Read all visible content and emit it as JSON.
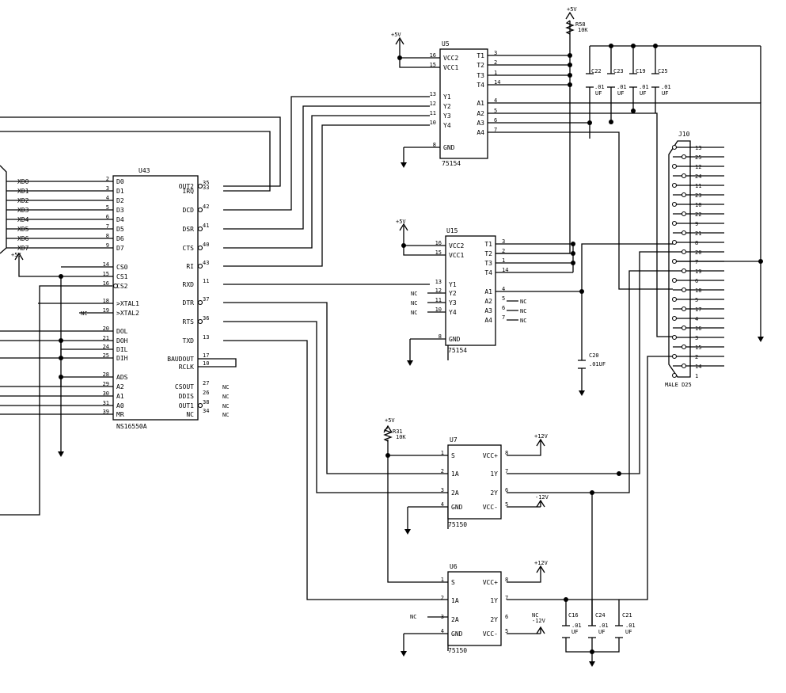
{
  "title": "",
  "power": {
    "plus5": "+5V",
    "plus12": "+12V",
    "minus12": "-12V",
    "nc": "NC"
  },
  "u43": {
    "ref": "U43",
    "part": "NS16550A",
    "left_pins": [
      {
        "name": "D0",
        "num": "2"
      },
      {
        "name": "D1",
        "num": "3"
      },
      {
        "name": "D2",
        "num": "4"
      },
      {
        "name": "D3",
        "num": "5"
      },
      {
        "name": "D4",
        "num": "6"
      },
      {
        "name": "D5",
        "num": "7"
      },
      {
        "name": "D6",
        "num": "8"
      },
      {
        "name": "D7",
        "num": "9"
      },
      {
        "name": "CS0",
        "num": "14"
      },
      {
        "name": "CS1",
        "num": "15"
      },
      {
        "name": "CS2",
        "num": "16"
      },
      {
        "name": ">XTAL1",
        "num": "18"
      },
      {
        "name": ">XTAL2",
        "num": "19"
      },
      {
        "name": "DOL",
        "num": "20"
      },
      {
        "name": "DOH",
        "num": "21"
      },
      {
        "name": "DIL",
        "num": "24"
      },
      {
        "name": "DIH",
        "num": "25"
      },
      {
        "name": "ADS",
        "num": "28"
      },
      {
        "name": "A2",
        "num": "29"
      },
      {
        "name": "A1",
        "num": "30"
      },
      {
        "name": "A0",
        "num": "31"
      },
      {
        "name": "MR",
        "num": "39"
      }
    ],
    "right_pins": [
      {
        "name": "OUT2",
        "num": "35"
      },
      {
        "name": "IRQ",
        "num": "33"
      },
      {
        "name": "DCD",
        "num": "42"
      },
      {
        "name": "DSR",
        "num": "41"
      },
      {
        "name": "CTS",
        "num": "40"
      },
      {
        "name": "RI",
        "num": "43"
      },
      {
        "name": "RXD",
        "num": "11"
      },
      {
        "name": "DTR",
        "num": "37"
      },
      {
        "name": "RTS",
        "num": "36"
      },
      {
        "name": "TXD",
        "num": "13"
      },
      {
        "name": "BAUDOUT",
        "num": "17"
      },
      {
        "name": "RCLK",
        "num": "10"
      },
      {
        "name": "CSOUT",
        "num": "27"
      },
      {
        "name": "DDIS",
        "num": "26"
      },
      {
        "name": "OUT1",
        "num": "38"
      },
      {
        "name": "NC",
        "num": "34"
      }
    ],
    "bus": [
      "XD0",
      "XD1",
      "XD2",
      "XD3",
      "XD4",
      "XD5",
      "XD6",
      "XD7"
    ]
  },
  "u5": {
    "ref": "U5",
    "part": "75154",
    "left_pins": [
      {
        "name": "VCC2",
        "num": "16"
      },
      {
        "name": "VCC1",
        "num": "15"
      },
      {
        "name": "Y1",
        "num": "13"
      },
      {
        "name": "Y2",
        "num": "12"
      },
      {
        "name": "Y3",
        "num": "11"
      },
      {
        "name": "Y4",
        "num": "10"
      },
      {
        "name": "GND",
        "num": "8"
      }
    ],
    "right_pins": [
      {
        "name": "T1",
        "num": "3"
      },
      {
        "name": "T2",
        "num": "2"
      },
      {
        "name": "T3",
        "num": "1"
      },
      {
        "name": "T4",
        "num": "14"
      },
      {
        "name": "A1",
        "num": "4"
      },
      {
        "name": "A2",
        "num": "5"
      },
      {
        "name": "A3",
        "num": "6"
      },
      {
        "name": "A4",
        "num": "7"
      }
    ]
  },
  "u15": {
    "ref": "U15",
    "part": "75154",
    "left_pins": [
      {
        "name": "VCC2",
        "num": "16"
      },
      {
        "name": "VCC1",
        "num": "15"
      },
      {
        "name": "Y1",
        "num": "13"
      },
      {
        "name": "Y2",
        "num": "12"
      },
      {
        "name": "Y3",
        "num": "11"
      },
      {
        "name": "Y4",
        "num": "10"
      },
      {
        "name": "GND",
        "num": "8"
      }
    ],
    "right_pins": [
      {
        "name": "T1",
        "num": "3"
      },
      {
        "name": "T2",
        "num": "2"
      },
      {
        "name": "T3",
        "num": "1"
      },
      {
        "name": "T4",
        "num": "14"
      },
      {
        "name": "A1",
        "num": "4"
      },
      {
        "name": "A2",
        "num": "5"
      },
      {
        "name": "A3",
        "num": "6"
      },
      {
        "name": "A4",
        "num": "7"
      }
    ]
  },
  "u7": {
    "ref": "U7",
    "part": "75150",
    "left_pins": [
      {
        "name": "S",
        "num": "1"
      },
      {
        "name": "1A",
        "num": "2"
      },
      {
        "name": "2A",
        "num": "3"
      },
      {
        "name": "GND",
        "num": "4"
      }
    ],
    "right_pins": [
      {
        "name": "VCC+",
        "num": "8"
      },
      {
        "name": "1Y",
        "num": "7"
      },
      {
        "name": "2Y",
        "num": "6"
      },
      {
        "name": "VCC-",
        "num": "5"
      }
    ]
  },
  "u6": {
    "ref": "U6",
    "part": "75150",
    "left_pins": [
      {
        "name": "S",
        "num": "1"
      },
      {
        "name": "1A",
        "num": "2"
      },
      {
        "name": "2A",
        "num": "3"
      },
      {
        "name": "GND",
        "num": "4"
      }
    ],
    "right_pins": [
      {
        "name": "VCC+",
        "num": "8"
      },
      {
        "name": "1Y",
        "num": "7"
      },
      {
        "name": "2Y",
        "num": "6"
      },
      {
        "name": "VCC-",
        "num": "5"
      }
    ]
  },
  "resistors": {
    "r58": {
      "ref": "R58",
      "value": "10K"
    },
    "r31": {
      "ref": "R31",
      "value": "10K"
    }
  },
  "caps": {
    "c22": {
      "ref": "C22",
      "value": ".01",
      "unit": "UF"
    },
    "c23": {
      "ref": "C23",
      "value": ".01",
      "unit": "UF"
    },
    "c19": {
      "ref": "C19",
      "value": ".01",
      "unit": "UF"
    },
    "c25": {
      "ref": "C25",
      "value": ".01",
      "unit": "UF"
    },
    "c20": {
      "ref": "C20",
      "value": ".01UF"
    },
    "c16": {
      "ref": "C16",
      "value": ".01",
      "unit": "UF"
    },
    "c24": {
      "ref": "C24",
      "value": ".01",
      "unit": "UF"
    },
    "c21": {
      "ref": "C21",
      "value": ".01",
      "unit": "UF"
    }
  },
  "j10": {
    "ref": "J10",
    "label": "MALE D25",
    "pins": [
      "13",
      "25",
      "12",
      "24",
      "11",
      "23",
      "10",
      "22",
      "9",
      "21",
      "8",
      "20",
      "7",
      "19",
      "6",
      "18",
      "5",
      "17",
      "4",
      "16",
      "3",
      "15",
      "2",
      "14",
      "1"
    ]
  }
}
